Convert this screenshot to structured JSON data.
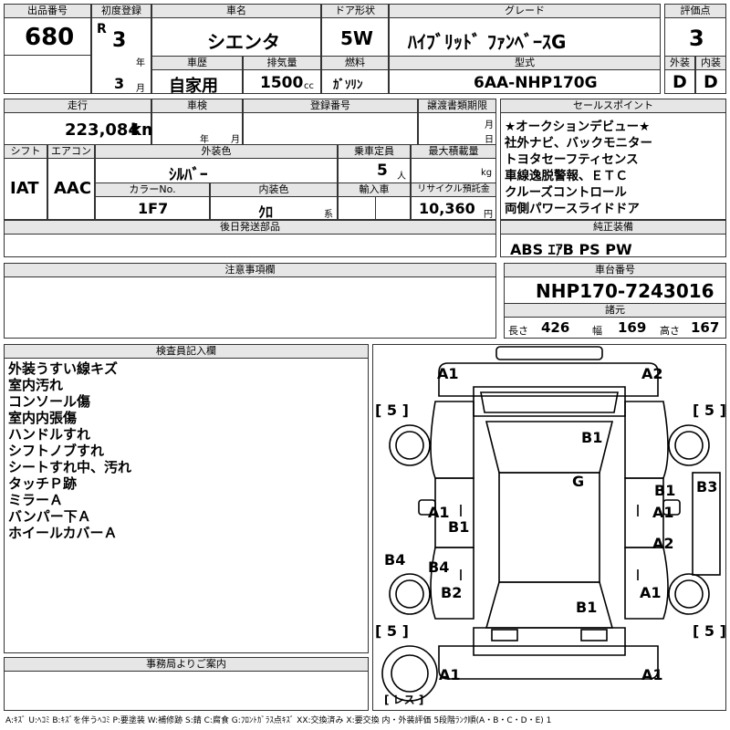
{
  "lot": {
    "label": "出品番号",
    "value": "680"
  },
  "first_reg": {
    "label": "初度登録",
    "era": "R",
    "year": "3",
    "year_unit": "年",
    "month": "3",
    "month_unit": "月"
  },
  "car_name": {
    "label": "車名",
    "value": "シエンタ"
  },
  "door": {
    "label": "ドア形状",
    "value": "5W"
  },
  "grade": {
    "label": "グレード",
    "value": "ﾊｲﾌﾞﾘｯﾄﾞ ﾌｧﾝﾍﾞｰｽG"
  },
  "score": {
    "label": "評価点",
    "value": "3",
    "ext_label": "外装",
    "int_label": "内装",
    "ext": "D",
    "int": "D"
  },
  "history": {
    "label": "車歴",
    "value": "自家用"
  },
  "displacement": {
    "label": "排気量",
    "value": "1500",
    "unit": "cc"
  },
  "fuel": {
    "label": "燃料",
    "value": "ｶﾞｿﾘﾝ"
  },
  "model": {
    "label": "型式",
    "value": "6AA-NHP170G"
  },
  "mileage": {
    "label": "走行",
    "value": "223,084",
    "unit": "km"
  },
  "shaken": {
    "label": "車検",
    "year_unit": "年",
    "month_unit": "月"
  },
  "reg_no": {
    "label": "登録番号"
  },
  "transfer": {
    "label": "譲渡書類期限",
    "month_unit": "月",
    "day_unit": "日"
  },
  "sales_point": {
    "label": "セールスポイント",
    "text": "★オークションデビュー★\n社外ナビ、バックモニター\nトヨタセーフティセンス\n車線逸脱警報、ＥＴＣ\nクルーズコントロール\n両側パワースライドドア"
  },
  "shift": {
    "label": "シフト",
    "value": "IAT"
  },
  "aircon": {
    "label": "エアコン",
    "value": "AAC"
  },
  "ext_color": {
    "label": "外装色",
    "value": "ｼﾙﾊﾞｰ"
  },
  "capacity": {
    "label": "乗車定員",
    "value": "5",
    "unit": "人"
  },
  "max_load": {
    "label": "最大積載量",
    "unit": "kg"
  },
  "color_no": {
    "label": "カラーNo.",
    "value": "1F7"
  },
  "int_color": {
    "label": "内装色",
    "value": "ｸﾛ",
    "unit": "系"
  },
  "import": {
    "label": "輸入車"
  },
  "recycle": {
    "label": "リサイクル預託金",
    "value": "10,360",
    "unit": "円"
  },
  "later_parts": {
    "label": "後日発送部品"
  },
  "equipment": {
    "label": "純正装備",
    "value": "ABS ｴｱB PS PW"
  },
  "caution": {
    "label": "注意事項欄"
  },
  "chassis": {
    "label": "車台番号",
    "value": "NHP170-7243016"
  },
  "specs": {
    "label": "諸元",
    "length_label": "長さ",
    "length": "426",
    "width_label": "幅",
    "width": "169",
    "height_label": "高さ",
    "height": "167"
  },
  "inspector": {
    "label": "検査員記入欄",
    "notes": "外装うすい線キズ\n室内汚れ\nコンソール傷\n室内内張傷\nハンドルすれ\nシフトノブすれ\nシートすれ中、汚れ\nタッチＰ跡\nミラーＡ\nバンパー下Ａ\nホイールカバーＡ"
  },
  "office": {
    "label": "事務局よりご案内"
  },
  "diagram": {
    "tire_marks": [
      "[ 5 ]",
      "[ 5 ]",
      "[ 5 ]",
      "[ 5 ]"
    ],
    "less": "[ レス ]",
    "marks": [
      "A1",
      "A2",
      "B1",
      "G",
      "B1",
      "B3",
      "A1",
      "A1",
      "B1",
      "A2",
      "B4",
      "B4",
      "B2",
      "A1",
      "B1",
      "A1",
      "A1"
    ]
  },
  "legend": "A:ｷｽﾞ  U:ﾍｺﾐ  B:ｷｽﾞを伴うﾍｺﾐ  P:要塗装  W:補修跡  S:錆  C:腐食  G:ﾌﾛﾝﾄｶﾞﾗｽ点ｷｽﾞ  XX:交換済み  X:要交換   内・外装評価  5段階ﾗﾝｸ順(A・B・C・D・E) 1"
}
